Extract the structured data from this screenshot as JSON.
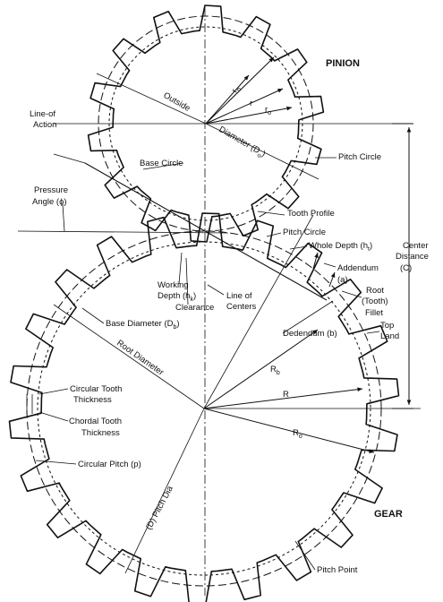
{
  "diagram": {
    "ink": "#111111",
    "background": "#ffffff",
    "gears": [
      {
        "id": "pinion",
        "teeth": 14,
        "name": "PINION"
      },
      {
        "id": "gear",
        "teeth": 22,
        "name": "GEAR"
      }
    ],
    "labels": {
      "pinion": "PINION",
      "gear": "GEAR",
      "line_of_action_1": "Line-of",
      "line_of_action_2": "Action",
      "pressure_angle_1": "Pressure",
      "pressure_angle_2": "Angle (ϕ)",
      "base_circle": "Base Circle",
      "outside": "Outside",
      "diameter_do": "Diameter (D",
      "diameter_do_sub": "o",
      "pitch_circle_upper": "Pitch Circle",
      "pitch_circle_lower": "Pitch Circle",
      "tooth_profile": "Tooth Profile",
      "whole_depth": "Whole Depth (h",
      "whole_depth_sub": "t",
      "center_distance_1": "Center",
      "center_distance_2": "Distance",
      "center_distance_3": "(C)",
      "addendum_1": "Addendum",
      "addendum_2": "(a)",
      "working_depth_1": "Working",
      "working_depth_2": "Depth (h",
      "working_depth_sub": "k",
      "clearance": "Clearance",
      "line_of_centers_1": "Line of",
      "line_of_centers_2": "Centers",
      "root_fillet_1": "Root",
      "root_fillet_2": "(Tooth)",
      "root_fillet_3": "Fillet",
      "base_diameter": "Base Diameter (D",
      "base_diameter_sub": "b",
      "dedendum": "Dedendum (b)",
      "top_land_1": "Top",
      "top_land_2": "Land",
      "root_diameter": "Root Diameter",
      "rb": "R",
      "rb_sub": "b",
      "r": "R",
      "ro": "R",
      "ro_sub": "o",
      "circular_tooth_1": "Circular Tooth",
      "circular_tooth_2": "Thickness",
      "chordal_tooth_1": "Chordal Tooth",
      "chordal_tooth_2": "Thickness",
      "circular_pitch": "Circular Pitch (p)",
      "pitch_dia": "(D) Pitch Dia",
      "pitch_point": "Pitch Point",
      "pinion_rb": "r",
      "pinion_rb_sub": "b",
      "pinion_r": "r",
      "pinion_ro": "r",
      "pinion_ro_sub": "o"
    }
  }
}
